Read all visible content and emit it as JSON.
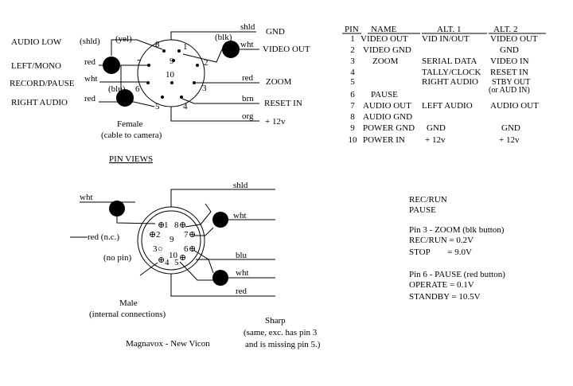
{
  "female": {
    "left_labels": [
      "AUDIO LOW",
      "LEFT/MONO",
      "RECORD/PAUSE",
      "RIGHT AUDIO"
    ],
    "wire_labels": {
      "shld_left": "(shld)",
      "yel": "(yel)",
      "red1": "red",
      "wht": "wht",
      "blu": "(blu)",
      "red2": "red",
      "blk": "(blk)",
      "shld_top": "shld",
      "wht_right": "wht",
      "red_right": "red",
      "brn": "brn",
      "org": "org"
    },
    "right_labels": [
      "GND",
      "VIDEO OUT",
      "ZOOM",
      "RESET IN",
      "+ 12v"
    ],
    "pins": [
      "1",
      "2",
      "3",
      "4",
      "5",
      "6",
      "7",
      "8",
      "9",
      "10"
    ],
    "caption": [
      "Female",
      "(cable to camera)"
    ]
  },
  "pin_views_heading": "PIN VIEWS",
  "male": {
    "wire_labels": {
      "wht_left": "wht",
      "red_nc": "red (n.c.)",
      "no_pin": "(no pin)",
      "shld": "shld",
      "wht1": "wht",
      "blu": "blu",
      "wht2": "wht",
      "red": "red"
    },
    "pins": [
      "1",
      "2",
      "3",
      "4",
      "5",
      "6",
      "7",
      "8",
      "9",
      "10"
    ],
    "caption": [
      "Male",
      "(internal connections)"
    ],
    "brand": "Magnavox - New Vicon",
    "sharp": [
      "Sharp",
      "(same, exc. has pin 3",
      "and is missing pin 5.)"
    ]
  },
  "table": {
    "headers": [
      "PIN",
      "NAME",
      "ALT. 1",
      "ALT. 2"
    ],
    "rows": [
      {
        "pin": "1",
        "name": "VIDEO OUT",
        "alt1": "VID IN/OUT",
        "alt2": "VIDEO OUT"
      },
      {
        "pin": "2",
        "name": "VIDEO GND",
        "alt1": "",
        "alt2": "GND"
      },
      {
        "pin": "3",
        "name": "ZOOM",
        "alt1": "SERIAL DATA",
        "alt2": "VIDEO IN"
      },
      {
        "pin": "4",
        "name": "",
        "alt1": "TALLY/CLOCK",
        "alt2": "RESET IN"
      },
      {
        "pin": "5",
        "name": "",
        "alt1": "RIGHT AUDIO",
        "alt2": "STBY OUT"
      },
      {
        "pin": "",
        "name": "",
        "alt1": "",
        "alt2": "(or AUD IN)"
      },
      {
        "pin": "6",
        "name": "PAUSE",
        "alt1": "",
        "alt2": ""
      },
      {
        "pin": "7",
        "name": "AUDIO OUT",
        "alt1": "LEFT AUDIO",
        "alt2": "AUDIO OUT"
      },
      {
        "pin": "8",
        "name": "AUDIO GND",
        "alt1": "",
        "alt2": ""
      },
      {
        "pin": "9",
        "name": "POWER GND",
        "alt1": "GND",
        "alt2": "GND"
      },
      {
        "pin": "10",
        "name": "POWER IN",
        "alt1": "+ 12v",
        "alt2": "+ 12v"
      }
    ]
  },
  "notes": {
    "lines1": [
      "REC/RUN",
      "PAUSE"
    ],
    "lines2": [
      "Pin 3 - ZOOM (blk button)",
      "REC/RUN = 0.2V",
      "STOP        = 9.0V"
    ],
    "lines3": [
      "Pin 6 - PAUSE (red button)",
      "OPERATE = 0.1V",
      "STANDBY = 10.5V"
    ]
  }
}
